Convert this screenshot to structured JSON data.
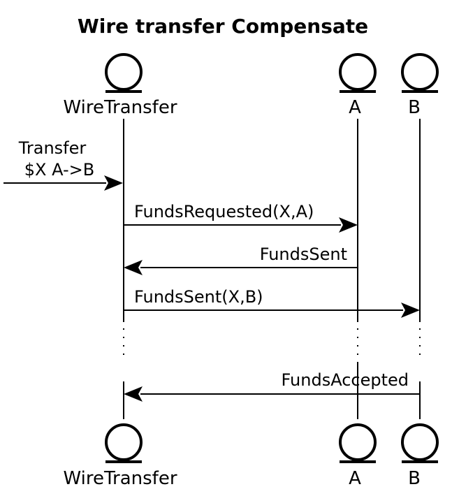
{
  "title": "Wire transfer Compensate",
  "participants": [
    {
      "id": "wire",
      "label": "WireTransfer"
    },
    {
      "id": "a",
      "label": "A"
    },
    {
      "id": "b",
      "label": "B"
    }
  ],
  "messages": [
    {
      "id": "transfer",
      "from": "external",
      "to": "wire",
      "text_lines": [
        "Transfer",
        "$X A->B"
      ]
    },
    {
      "id": "funds-requested",
      "from": "wire",
      "to": "a",
      "text": "FundsRequested(X,A)"
    },
    {
      "id": "funds-sent-a",
      "from": "a",
      "to": "wire",
      "text": "FundsSent"
    },
    {
      "id": "funds-sent-b",
      "from": "wire",
      "to": "b",
      "text": "FundsSent(X,B)"
    },
    {
      "id": "funds-accepted",
      "from": "b",
      "to": "wire",
      "text": "FundsAccepted"
    }
  ],
  "colors": {
    "line": "#000000",
    "background": "#ffffff"
  }
}
